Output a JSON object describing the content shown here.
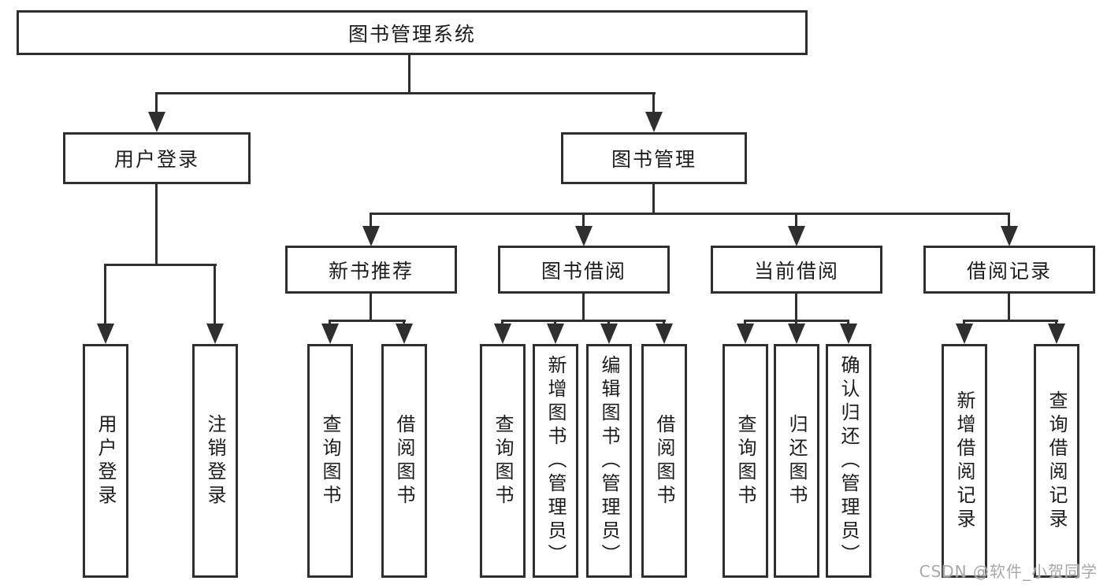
{
  "diagram": {
    "root": {
      "label": "图书管理系统"
    },
    "branches": [
      {
        "label": "用户登录",
        "children": [
          {
            "label": "用户登录"
          },
          {
            "label": "注销登录"
          }
        ]
      },
      {
        "label": "图书管理",
        "children": [
          {
            "label": "新书推荐",
            "children": [
              {
                "label": "查询图书"
              },
              {
                "label": "借阅图书"
              }
            ]
          },
          {
            "label": "图书借阅",
            "children": [
              {
                "label": "查询图书"
              },
              {
                "label": "新增图书（管理员）"
              },
              {
                "label": "编辑图书（管理员）"
              },
              {
                "label": "借阅图书"
              }
            ]
          },
          {
            "label": "当前借阅",
            "children": [
              {
                "label": "查询图书"
              },
              {
                "label": "归还图书"
              },
              {
                "label": "确认归还（管理员）"
              }
            ]
          },
          {
            "label": "借阅记录",
            "children": [
              {
                "label": "新增借阅记录"
              },
              {
                "label": "查询借阅记录"
              }
            ]
          }
        ]
      }
    ]
  },
  "watermark": {
    "text": "CSDN @软件_小贺同学"
  },
  "colors": {
    "line": "#2f2f2f",
    "text": "#1c1c1c",
    "watermark": "#a8a8a8"
  }
}
